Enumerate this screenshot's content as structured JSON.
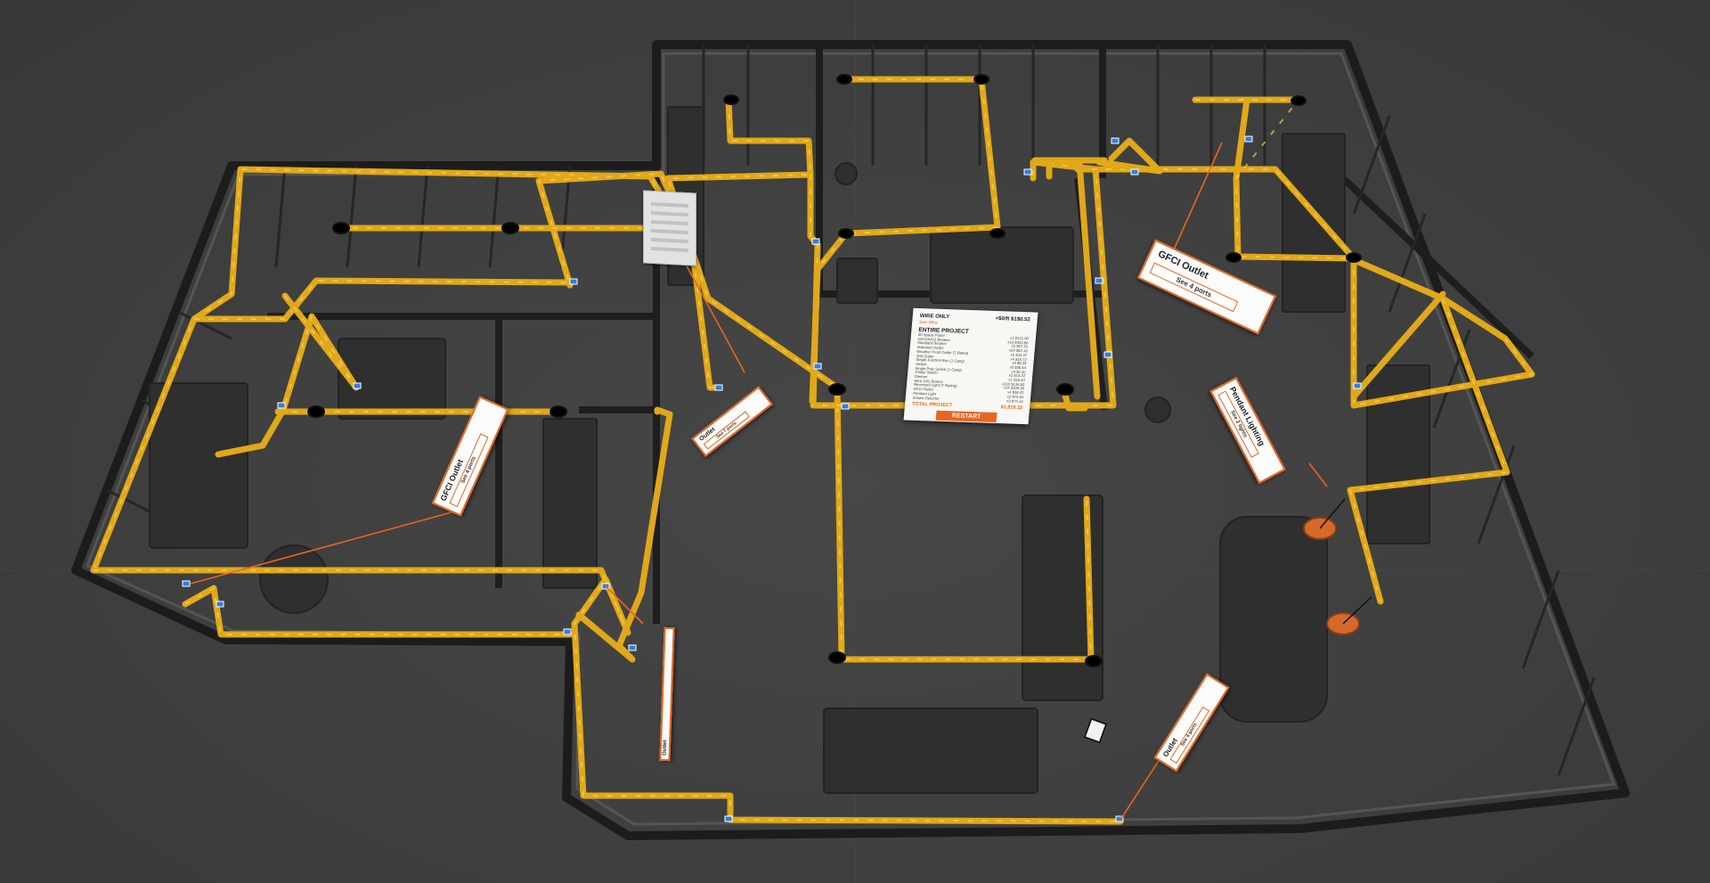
{
  "colors": {
    "background": "#3f3f3f",
    "wire": "#e0a81a",
    "accent": "#e9651f",
    "junction_blue": "#2f7fe0",
    "card_bg": "#fbfbfb"
  },
  "receipt": {
    "header_left": "WIRE ONLY",
    "header_right": "+$0/ft  $1$0.52",
    "subheader_left": "See Wire",
    "subheader_right": "",
    "section_title": "ENTIRE PROJECT",
    "line_items": [
      {
        "name": "30 Space Panel",
        "qty": "x1",
        "price": "$121.00"
      },
      {
        "name": "GFCI/AFCI Breaker",
        "qty": "x10",
        "price": "$423.80"
      },
      {
        "name": "Standard Breaker",
        "qty": "x5",
        "price": "$57.31"
      },
      {
        "name": "Standard Outlet",
        "qty": "x24",
        "price": "$62.16"
      },
      {
        "name": "Weather Proof Outlet (T Rated)",
        "qty": "x2",
        "price": "$42.37"
      },
      {
        "name": "20A Outlet",
        "qty": "x4",
        "price": "$18.72"
      },
      {
        "name": "Single Junction Box (1 Gang)",
        "qty": "x8",
        "price": "$9.28"
      },
      {
        "name": "Switch",
        "qty": "x9",
        "price": "$36.64"
      },
      {
        "name": "Single Pole Switch (1 Gang)",
        "qty": "x4",
        "price": "$2.40"
      },
      {
        "name": "3-Way Switch",
        "qty": "x2",
        "price": "$14.22"
      },
      {
        "name": "Dimmer",
        "qty": "x1",
        "price": "$18.40"
      },
      {
        "name": "Wire 14/2 Romex",
        "qty": "x220",
        "price": "$135.82"
      },
      {
        "name": "Recessed Light (T Rating)",
        "qty": "x14",
        "price": "$209.30"
      },
      {
        "name": "GFCI Outlet",
        "qty": "x4",
        "price": "$58.42"
      },
      {
        "name": "Pendant Light",
        "qty": "x2",
        "price": "$75.84"
      },
      {
        "name": "Smoke Detector",
        "qty": "x3",
        "price": "$74.14"
      }
    ],
    "total_label": "TOTAL PROJECT",
    "total_value": "$1,919.32",
    "restart_label": "RESTART"
  },
  "cards": {
    "gfci_right": {
      "title": "GFCI Outlet",
      "button": "See 4 ports"
    },
    "gfci_left": {
      "title": "GFCI Outlet",
      "button": "See 4 ports"
    },
    "pendant": {
      "title": "Pendant Lighting",
      "button": "See 2 lights"
    },
    "duplex_center": {
      "title": "Outlet",
      "button": "See 7 ports"
    },
    "duplex_bottom": {
      "title": "Outlet",
      "button": "See 4 ports"
    },
    "narrow": {
      "title": "Outlet"
    }
  },
  "icons": {
    "panel": "electrical-panel-icon",
    "tablet": "thermostat-icon"
  }
}
